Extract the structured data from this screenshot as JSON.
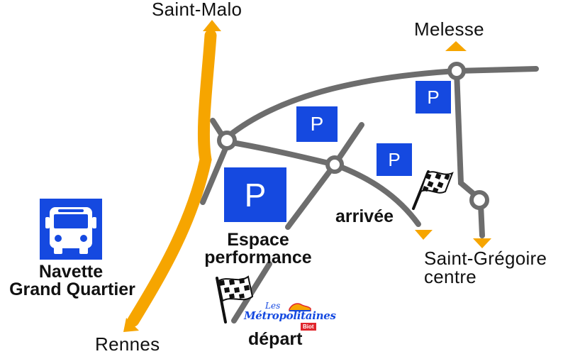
{
  "places": {
    "saint_malo": "Saint-Malo",
    "melesse": "Melesse",
    "rennes": "Rennes",
    "saint_gregoire_line1": "Saint-Grégoire",
    "saint_gregoire_line2": "centre"
  },
  "labels": {
    "arrivee": "arrivée",
    "depart": "départ",
    "espace_line1": "Espace",
    "espace_line2": "performance",
    "navette_line1": "Navette",
    "navette_line2": "Grand Quartier"
  },
  "parking": {
    "symbol": "P"
  },
  "brand": {
    "les": "Les",
    "name": "Métropolitaines",
    "sponsor": "Biot"
  },
  "colors": {
    "road": "#6d6d6d",
    "highway": "#f6a500",
    "arrow": "#f6a500",
    "parking": "#1549e0",
    "text": "#111111"
  },
  "icons": {
    "bus": "bus-icon",
    "flag": "checkered-flag-icon",
    "roundabout": "roundabout-icon"
  }
}
